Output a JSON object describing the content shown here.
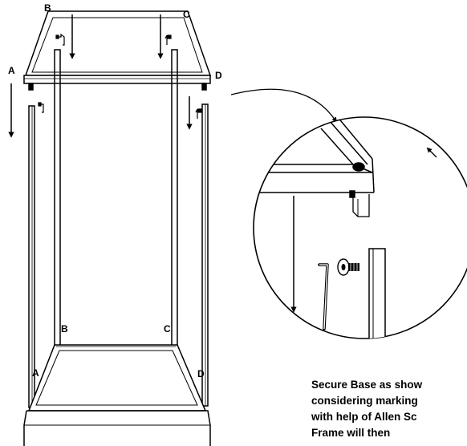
{
  "labels": {
    "top_back_left": "B",
    "top_back_right": "C",
    "top_front_left": "A",
    "top_front_right": "D",
    "bottom_back_left": "B",
    "bottom_back_right": "C",
    "bottom_front_left": "A",
    "bottom_front_right": "D"
  },
  "instructions": {
    "line1": "Secure Base as show",
    "line2": "considering marking",
    "line3": "with help of Allen Sc",
    "line4": "Frame will then"
  },
  "colors": {
    "line": "#000000",
    "background": "#ffffff"
  }
}
